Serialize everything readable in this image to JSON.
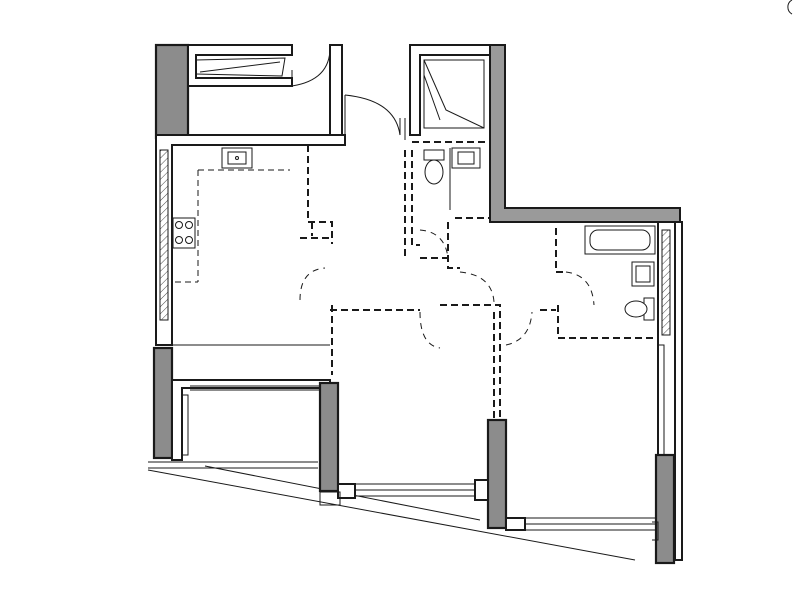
{
  "drawing": {
    "kind": "apartment floor plan",
    "palette": {
      "wall": "#1a1a1a",
      "column_fill": "#8c8c8c",
      "background": "#ffffff"
    }
  },
  "rooms": [
    {
      "id": "kitchen-living"
    },
    {
      "id": "hallway"
    },
    {
      "id": "bathroom-small"
    },
    {
      "id": "bathroom-large"
    },
    {
      "id": "bedroom-middle"
    },
    {
      "id": "bedroom-right"
    },
    {
      "id": "balcony"
    },
    {
      "id": "storage-top-left"
    },
    {
      "id": "storage-top-right"
    }
  ],
  "fixtures": [
    "sink-icon",
    "stove-icon",
    "toilet-icon",
    "bathtub-icon",
    "washbasin-icon"
  ]
}
